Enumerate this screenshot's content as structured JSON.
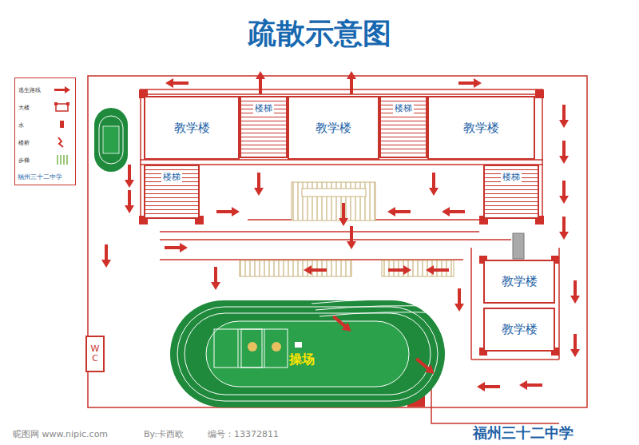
{
  "diagram": {
    "title": "疏散示意图",
    "nodes": [
      {
        "text": [
          "教学楼"
        ]
      },
      {
        "text": [
          "楼梯"
        ]
      },
      {
        "text": [
          "教学楼"
        ]
      },
      {
        "text": [
          "楼梯"
        ]
      },
      {
        "text": [
          "教学楼"
        ]
      },
      {
        "text": [
          "楼梯"
        ]
      },
      {
        "text": [
          "楼梯"
        ]
      },
      {
        "text": [
          "教学楼"
        ]
      },
      {
        "text": [
          "教学楼"
        ]
      },
      {
        "text": [
          "WC"
        ]
      },
      {
        "text": [
          "操场"
        ]
      }
    ],
    "labels": [
      "福州三十二中学",
      "昵图网 www.nipic.com",
      "By:卡西欧",
      "编号：13372811",
      "福州三十二中学"
    ],
    "legend": [
      {
        "text": "逃生路线"
      },
      {
        "text": "大楼"
      },
      {
        "text": "水"
      },
      {
        "text": "楼桥"
      },
      {
        "text": "步梯"
      }
    ]
  }
}
